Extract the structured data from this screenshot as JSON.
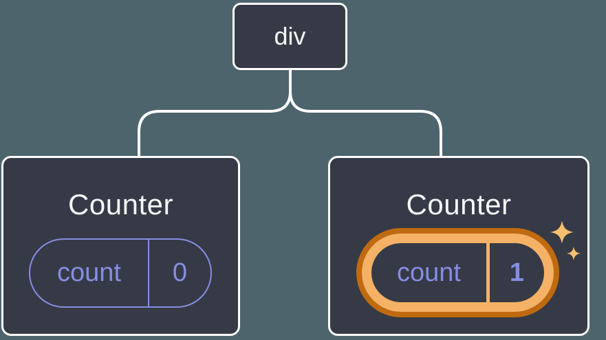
{
  "colors": {
    "background": "#4e646d",
    "card": "#353a46",
    "card_border": "#ffffff",
    "connector": "#ffffff",
    "state_accent": "#868de4",
    "highlight_outer": "#c06a10",
    "highlight_inner": "#f5b266",
    "sparkle": "#f8c06e",
    "text_primary": "#f5f6f7"
  },
  "tree": {
    "root": {
      "label": "div"
    },
    "children": [
      {
        "title": "Counter",
        "state": {
          "key": "count",
          "value": "0"
        },
        "highlighted": false
      },
      {
        "title": "Counter",
        "state": {
          "key": "count",
          "value": "1"
        },
        "highlighted": true
      }
    ]
  }
}
